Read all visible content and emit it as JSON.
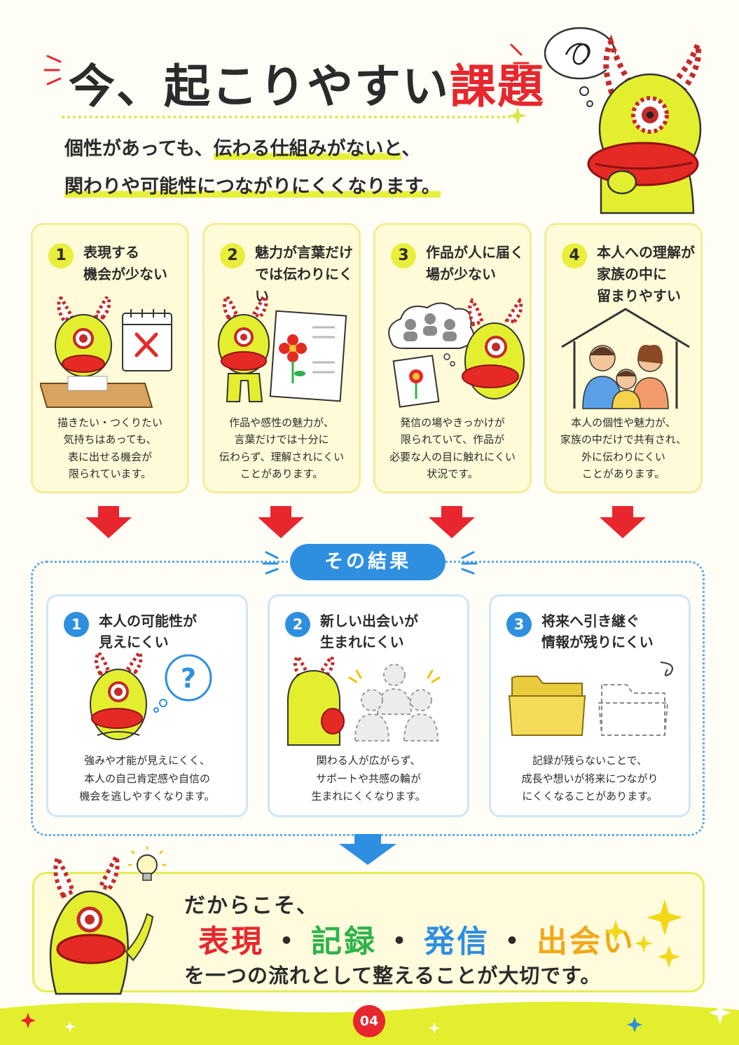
{
  "title": {
    "main": "今、起こりやすい",
    "accent": "課題"
  },
  "lead": {
    "line1_a": "個性があっても、",
    "line1_hl": "伝わる仕組みがないと",
    "line1_b": "、",
    "line2": "関わりや可能性につながりにくくなります。"
  },
  "problems": [
    {
      "num": "1",
      "title": "表現する\n機会が少ない",
      "desc": "描きたい・つくりたい\n気持ちはあっても、\n表に出せる機会が\n限られています。"
    },
    {
      "num": "2",
      "title": "魅力が言葉だけ\nでは伝わりにくい",
      "desc": "作品や感性の魅力が、\n言葉だけでは十分に\n伝わらず、理解されにくい\nことがあります。"
    },
    {
      "num": "3",
      "title": "作品が人に届く\n場が少ない",
      "desc": "発信の場やきっかけが\n限られていて、作品が\n必要な人の目に触れにくい\n状況です。"
    },
    {
      "num": "4",
      "title": "本人への理解が\n家族の中に\n留まりやすい",
      "desc": "本人の個性や魅力が、\n家族の中だけで共有され、\n外に伝わりにくい\nことがあります。"
    }
  ],
  "result": {
    "label": "その結果",
    "items": [
      {
        "num": "1",
        "title": "本人の可能性が\n見えにくい",
        "desc": "強みや才能が見えにくく、\n本人の自己肯定感や自信の\n機会を逃しやすくなります。"
      },
      {
        "num": "2",
        "title": "新しい出会いが\n生まれにくい",
        "desc": "関わる人が広がらず、\nサポートや共感の輪が\n生まれにくくなります。"
      },
      {
        "num": "3",
        "title": "将来へ引き継ぐ\n情報が残りにくい",
        "desc": "記録が残らないことで、\n成長や想いが将来につながり\nにくくなることがあります。"
      }
    ]
  },
  "conclusion": {
    "lead": "だからこそ、",
    "keywords": [
      {
        "text": "表現",
        "color": "#e8262d"
      },
      {
        "text": "記録",
        "color": "#2db34a"
      },
      {
        "text": "発信",
        "color": "#2e8fe0"
      },
      {
        "text": "出会い",
        "color": "#f2a818"
      }
    ],
    "separator": "・",
    "tail": "を一つの流れとして整えることが大切です。"
  },
  "page_number": "04",
  "colors": {
    "accent_red": "#e8262d",
    "accent_blue": "#2e8fe0",
    "accent_yellow": "#e8ee3a",
    "mascot_yellow": "#e3ef2e"
  }
}
